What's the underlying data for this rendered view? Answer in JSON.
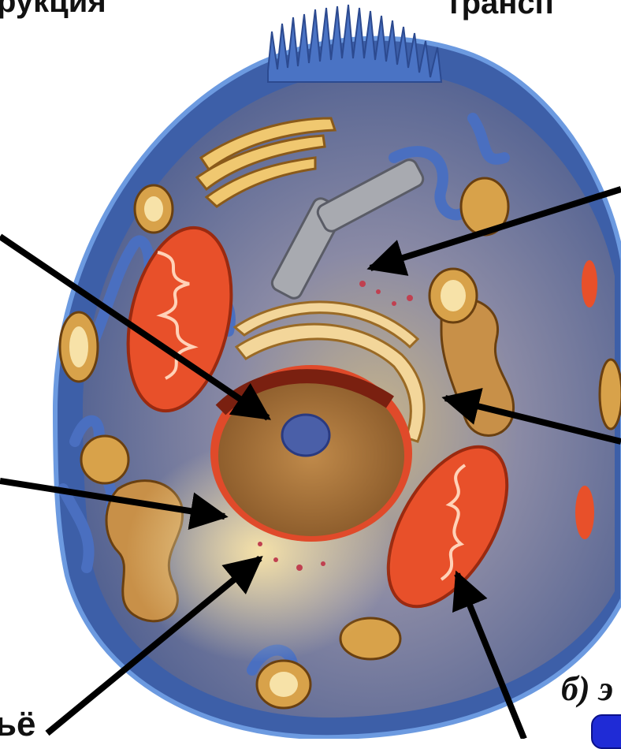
{
  "labels": {
    "top_left": "рукция",
    "top_right": "трансп",
    "bottom_left": "ьё",
    "bottom_right": "б) э"
  },
  "colors": {
    "membrane": "#4a7fc8",
    "cytoplasm": "#5d6f9c",
    "mitochondria": "#e8502a",
    "golgi": "#d8a04a",
    "nucleus": "#a76a36",
    "nucleolus": "#4a5fa8",
    "arrow": "#000000",
    "badge": "#1f2bd6"
  }
}
